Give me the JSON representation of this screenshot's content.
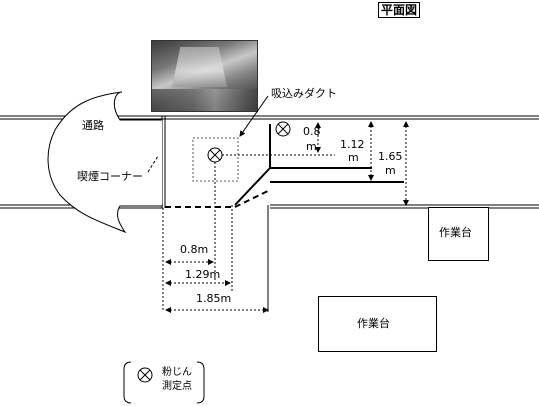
{
  "title": "平面図",
  "photo_label": "吸込みダクト",
  "corridor_label": "通路",
  "smoking_label": "喫煙コーナー",
  "workbench_label_1": "作業台",
  "workbench_label_2": "作業台",
  "dims": {
    "v1_value": "0.8",
    "v1_unit": "m",
    "v2_value": "1.12",
    "v2_unit": "m",
    "v3_value": "1.65",
    "v3_unit": "m",
    "h1": "0.8m",
    "h2": "1.29m",
    "h3": "1.85m"
  },
  "legend": {
    "line1": "粉じん",
    "line2": "測定点"
  },
  "colors": {
    "line": "#000000",
    "photo_dark": "#333333"
  }
}
